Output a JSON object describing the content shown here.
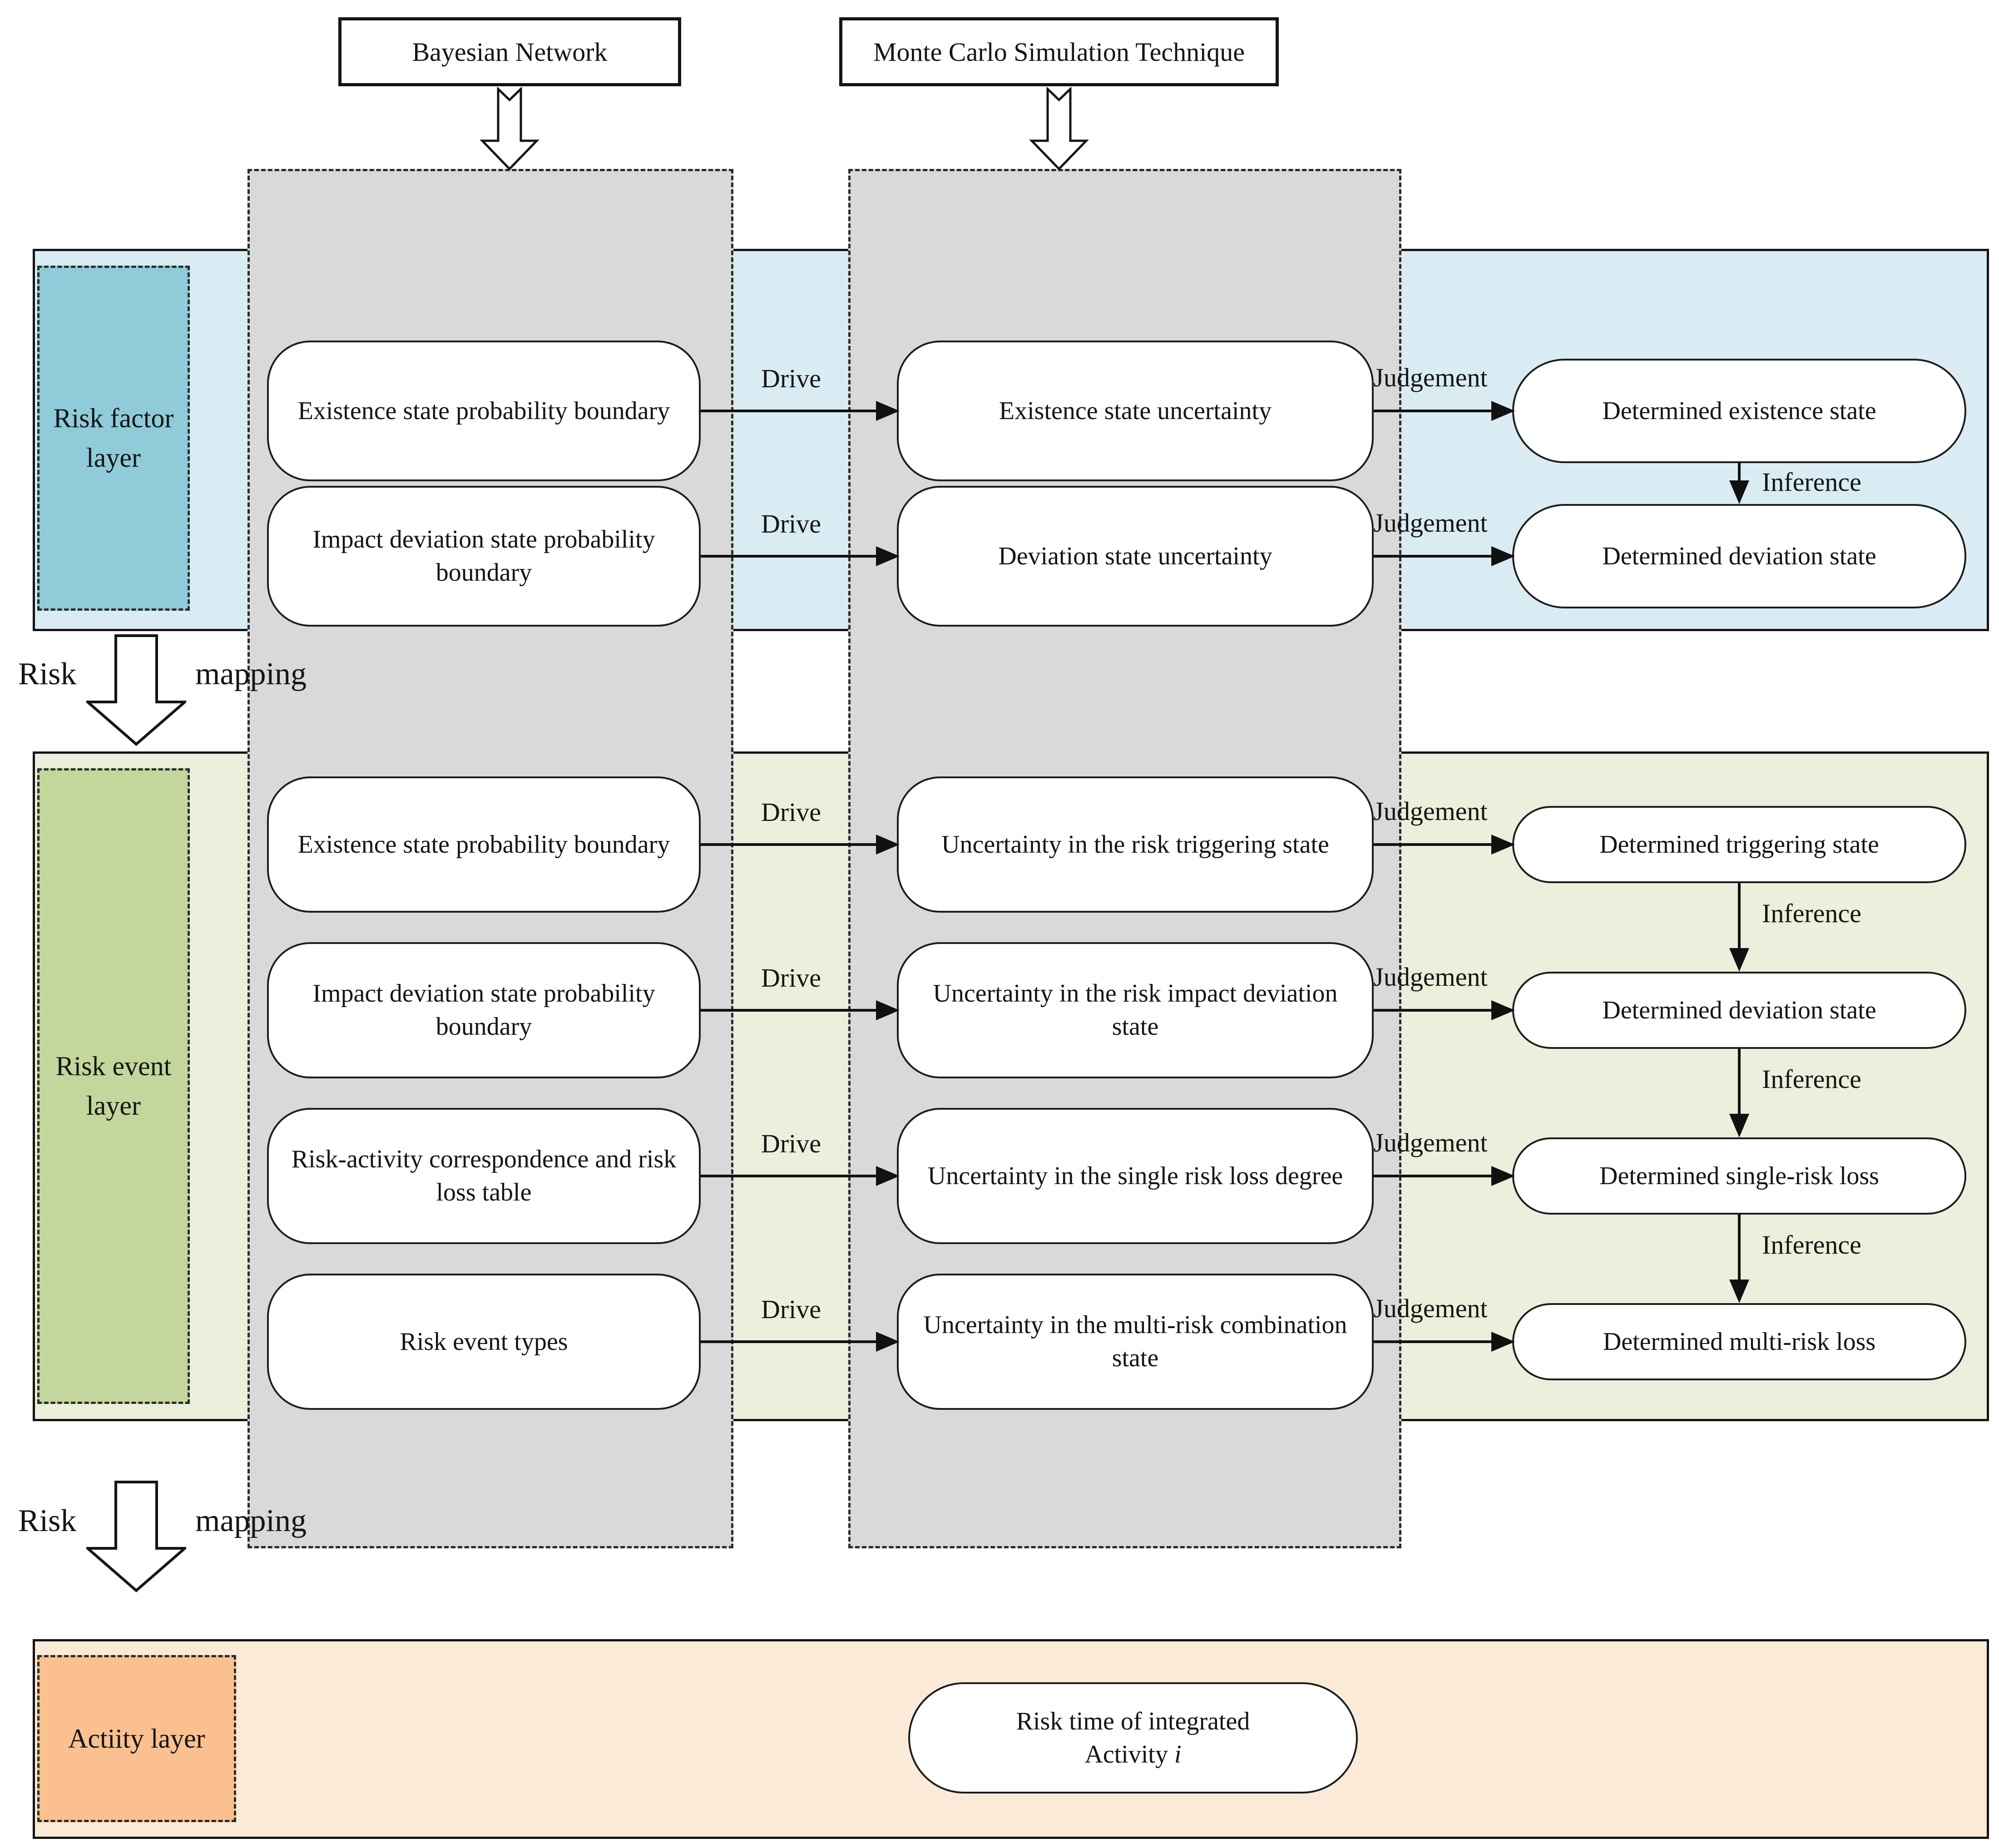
{
  "header": {
    "bayesian_network": "Bayesian Network",
    "monte_carlo": "Monte Carlo Simulation Technique"
  },
  "edge_labels": {
    "drive": "Drive",
    "judgement": "Judgement",
    "inference": "Inference"
  },
  "mapping_labels": {
    "risk": "Risk",
    "mapping": "mapping"
  },
  "layers": {
    "risk_factor": {
      "label": "Risk factor layer",
      "rows": [
        {
          "source": "Existence state probability boundary",
          "uncertainty": "Existence state uncertainty",
          "determined": "Determined existence state"
        },
        {
          "source": "Impact deviation state probability boundary",
          "uncertainty": "Deviation state uncertainty",
          "determined": "Determined deviation state"
        }
      ]
    },
    "risk_event": {
      "label": "Risk event layer",
      "rows": [
        {
          "source": "Existence state probability boundary",
          "uncertainty": "Uncertainty in the risk triggering state",
          "determined": "Determined triggering state"
        },
        {
          "source": "Impact deviation state probability boundary",
          "uncertainty": "Uncertainty in the risk impact deviation state",
          "determined": "Determined deviation state"
        },
        {
          "source": "Risk-activity correspondence and risk loss table",
          "uncertainty": "Uncertainty in the single risk loss degree",
          "determined": "Determined single-risk loss"
        },
        {
          "source": "Risk event types",
          "uncertainty": "Uncertainty in the multi-risk combination state",
          "determined": "Determined multi-risk loss"
        }
      ]
    },
    "activity": {
      "label": "Actiity layer",
      "node_line1": "Risk time of integrated",
      "node_line2": "Activity",
      "node_line2_var": "i"
    }
  },
  "colors": {
    "risk_factor_label": "#8fcbd8",
    "risk_factor_band": "#d9ecf3",
    "risk_event_label": "#c3d69b",
    "risk_event_band": "#eaf0db",
    "activity_label": "#fac08f",
    "activity_band": "#fcead9",
    "technique_column": "#d9d9d9",
    "line": "#111111"
  }
}
